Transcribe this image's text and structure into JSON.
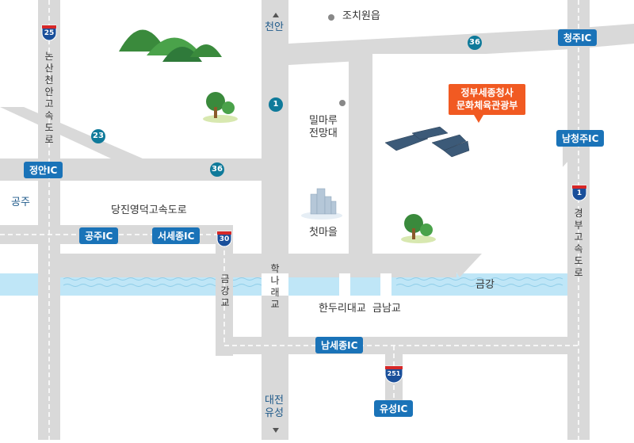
{
  "place_labels": {
    "jochiwon": "조치원읍",
    "cheonan": "천안",
    "milmaru": "밀마루\n전망대",
    "cheotmaeul": "첫마을",
    "gongju": "공주",
    "dangjin": "당진영덕고속도로",
    "hangang": "금강",
    "handuri": "한두리대교",
    "geumnam": "금남교",
    "daejeon": "대전\n유성",
    "geumganggyo": "금강교",
    "haknaraegyo": "학나래교",
    "nonsan": "논산천안고속도로",
    "gyeongbu": "경부고속도로"
  },
  "ic_labels": {
    "cheongju": "청주IC",
    "namcheongju": "남청주IC",
    "jeongan": "정안IC",
    "gongju": "공주IC",
    "seosejong": "서세종IC",
    "namsejong": "남세종IC",
    "yuseong": "유성IC"
  },
  "route_numbers": {
    "r36a": "36",
    "r36b": "36",
    "r1": "1",
    "r23": "23"
  },
  "shields": {
    "s25": "25",
    "s30": "30",
    "s1": "1",
    "s251": "251"
  },
  "destination": "정부세종청사\n문화체육관광부",
  "colors": {
    "road": "#d9d9d9",
    "ic_box": "#1a73b8",
    "route_circle": "#0f7a9a",
    "river": "#bfe6f7",
    "callout": "#f15a22",
    "mountain": "#3a8a3c"
  }
}
